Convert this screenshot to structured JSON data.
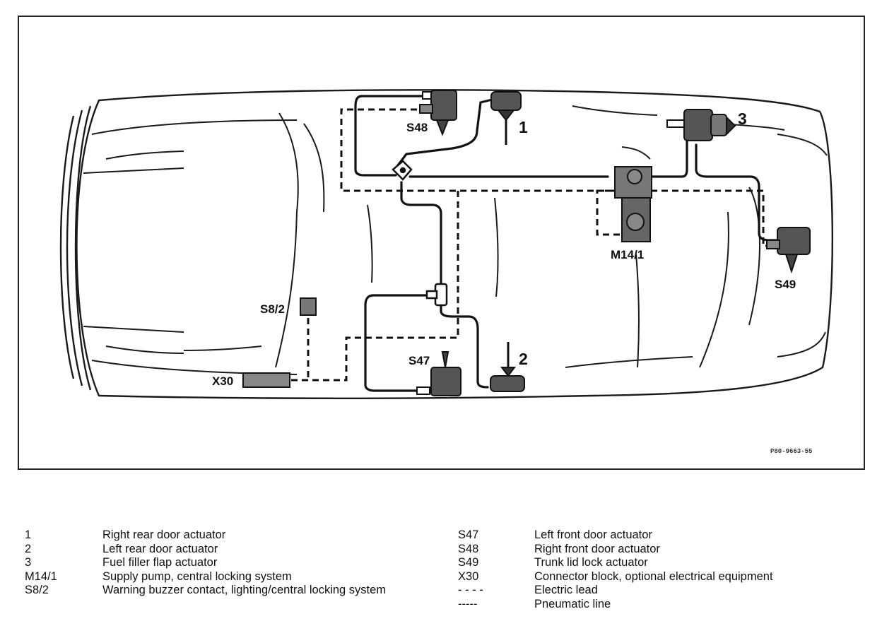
{
  "diagram": {
    "labels": {
      "s48": "S48",
      "s47": "S47",
      "s49": "S49",
      "s8_2": "S8/2",
      "x30": "X30",
      "m14_1": "M14/1",
      "n1": "1",
      "n2": "2",
      "n3": "3"
    },
    "figure_code": "P80-9663-55"
  },
  "legend": {
    "left": [
      {
        "code": "1",
        "desc": "Right rear door actuator"
      },
      {
        "code": "2",
        "desc": "Left rear door actuator"
      },
      {
        "code": "3",
        "desc": "Fuel filler flap actuator"
      },
      {
        "code": "M14/1",
        "desc": "Supply pump, central locking system"
      },
      {
        "code": "S8/2",
        "desc": "Warning buzzer contact, lighting/central locking system"
      }
    ],
    "right": [
      {
        "code": "S47",
        "desc": "Left front door actuator"
      },
      {
        "code": "S48",
        "desc": "Right front door actuator"
      },
      {
        "code": "S49",
        "desc": "Trunk lid lock actuator"
      },
      {
        "code": "X30",
        "desc": "Connector block, optional electrical equipment"
      },
      {
        "code": "- - - -",
        "desc": "Electric lead"
      },
      {
        "code": "-----",
        "desc": "Pneumatic line"
      }
    ]
  }
}
